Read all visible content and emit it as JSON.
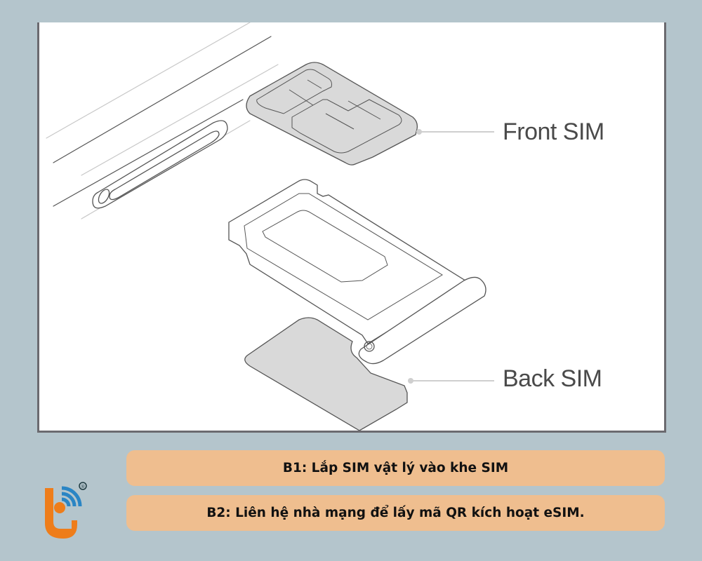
{
  "diagram": {
    "labels": {
      "front_sim": "Front SIM",
      "back_sim": "Back SIM"
    },
    "parts": [
      "phone-side-edge",
      "side-button",
      "front-sim-card",
      "sim-tray",
      "back-sim-card"
    ]
  },
  "steps": [
    {
      "text": "B1: Lắp SIM vật lý vào khe SIM"
    },
    {
      "text": "B2: Liên hệ nhà mạng để lấy mã QR kích hoạt eSIM."
    }
  ],
  "logo": {
    "icon": "t-wifi-logo-icon",
    "registered_mark": "®"
  },
  "colors": {
    "background": "#b4c5cc",
    "panel": "#ffffff",
    "panel_border": "#6b6a6f",
    "pill": "#efbe8f",
    "sim_fill": "#d9d9d9",
    "logo_orange": "#ee7d1a",
    "logo_blue": "#2a85c4"
  }
}
